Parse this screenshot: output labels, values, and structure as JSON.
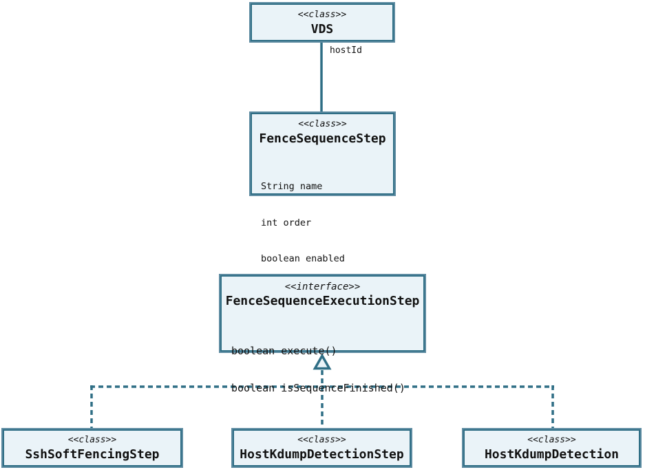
{
  "colors": {
    "node_fill": "#eaf3f8",
    "node_border_dark": "#2f6e85",
    "node_border_light": "#5d8ba1",
    "edge_line": "#2f6e85",
    "text": "#111111",
    "background": "#ffffff"
  },
  "nodes": {
    "vds": {
      "stereotype": "<<class>>",
      "name": "VDS"
    },
    "fence_sequence_step": {
      "stereotype": "<<class>>",
      "name": "FenceSequenceStep",
      "attributes": [
        "String name",
        "int order",
        "boolean enabled"
      ]
    },
    "fence_sequence_execution_step": {
      "stereotype": "<<interface>>",
      "name": "FenceSequenceExecutionStep",
      "methods": [
        "boolean execute()",
        "boolean isSequenceFinished()"
      ]
    },
    "ssh_soft_fencing_step": {
      "stereotype": "<<class>>",
      "name": "SshSoftFencingStep"
    },
    "host_kdump_detection_step": {
      "stereotype": "<<class>>",
      "name": "HostKdumpDetectionStep"
    },
    "host_kdump_detection": {
      "stereotype": "<<class>>",
      "name": "HostKdumpDetection"
    }
  },
  "edges": {
    "vds_to_fence_sequence_step": {
      "type": "association",
      "label": "hostId",
      "from": "VDS",
      "to": "FenceSequenceStep"
    },
    "realization": {
      "type": "realization (dashed line, hollow triangle)",
      "to": "FenceSequenceExecutionStep",
      "from": [
        "SshSoftFencingStep",
        "HostKdumpDetectionStep",
        "HostKdumpDetection"
      ]
    }
  }
}
